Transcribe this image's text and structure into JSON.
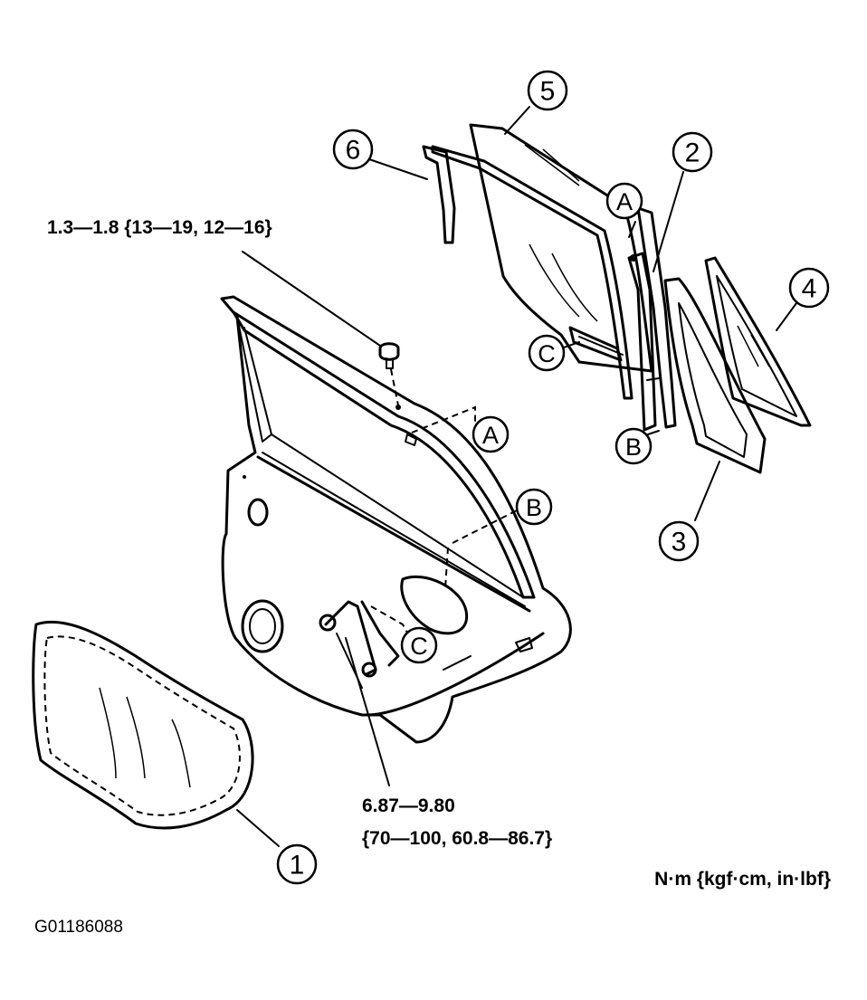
{
  "torque_specs": {
    "upper_bolt": "1.3—1.8 {13—19, 12—16}",
    "regulator_bolts_line1": "6.87—9.80",
    "regulator_bolts_line2": "{70—100, 60.8—86.7}"
  },
  "units": "N·m {kgf·cm, in·lbf}",
  "figure_code": "G01186088",
  "callouts": {
    "numbers": [
      "1",
      "2",
      "3",
      "4",
      "5",
      "6"
    ],
    "letters": [
      "A",
      "B",
      "C"
    ]
  }
}
